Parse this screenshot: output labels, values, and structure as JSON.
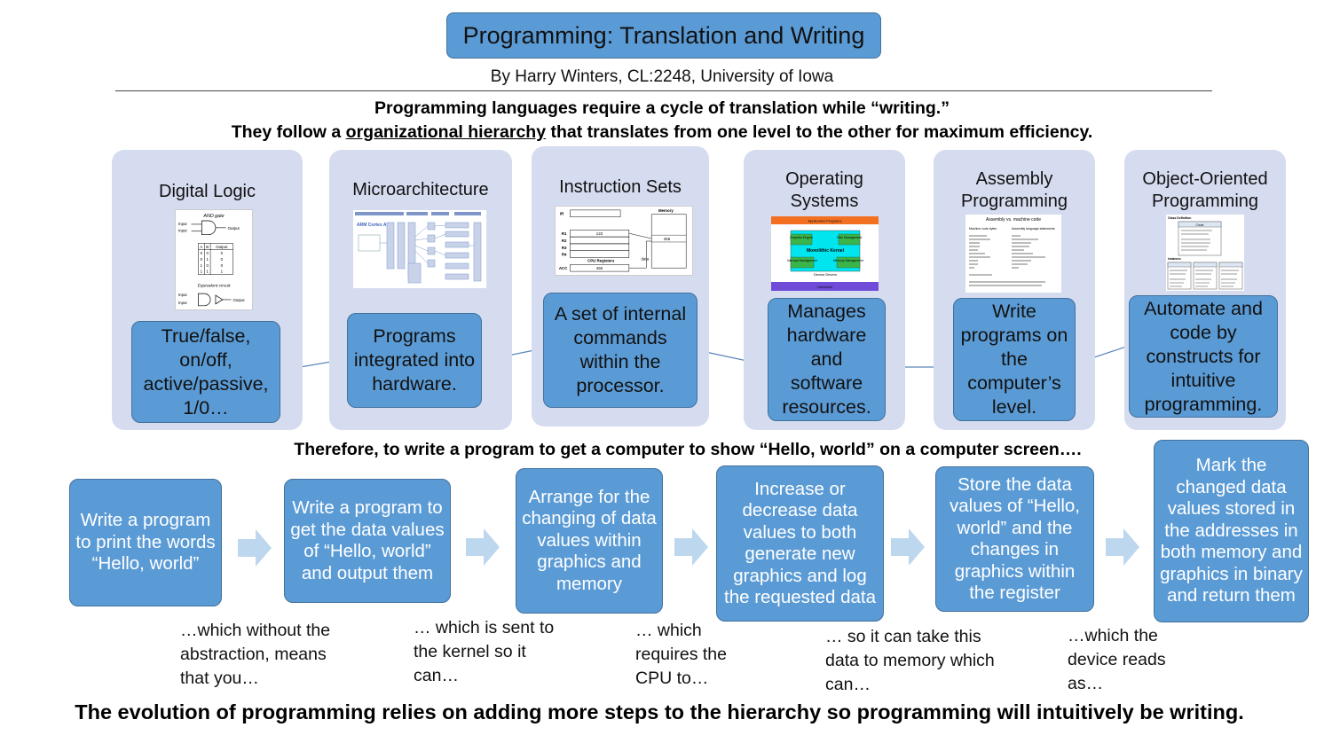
{
  "title": "Programming: Translation and Writing",
  "byline": "By Harry Winters, CL:2248, University of Iowa",
  "intro": {
    "line1": "Programming languages require a cycle of translation while “writing.”",
    "line2_before": "They follow a ",
    "line2_link": "organizational hierarchy",
    "line2_after": " that translates from one level to the other for maximum efficiency."
  },
  "hierarchy": [
    {
      "title": "Digital Logic",
      "caption": "True/false, on/off, active/passive, 1/0…",
      "thumb": {
        "top": "AND gate",
        "in1": "Input",
        "in2": "Input",
        "out": "Output",
        "equiv": "Equivalent circuit",
        "cols": [
          "A",
          "B",
          "Output"
        ],
        "rows": [
          [
            "0",
            "0",
            "0"
          ],
          [
            "0",
            "1",
            "0"
          ],
          [
            "1",
            "0",
            "0"
          ],
          [
            "1",
            "1",
            "1"
          ]
        ]
      }
    },
    {
      "title": "Microarchitecture",
      "caption": "Programs integrated into hardware.",
      "thumb": {
        "label": "ARM Cortex A73"
      }
    },
    {
      "title": "Instruction Sets",
      "caption": "A set of internal commands within the processor.",
      "thumb": {
        "memory": "Memory",
        "cpu": "CPU Registers",
        "regs": [
          "IR",
          "R1",
          "R2",
          "R3",
          "R4",
          "ACC"
        ],
        "val1": "123",
        "val2": "456",
        "val3": "456",
        "data": "data"
      }
    },
    {
      "title": "Operating Systems",
      "caption": "Manages hardware and software resources.",
      "thumb": {
        "app": "Application Programs",
        "kernel": "Monolithic Kernel",
        "graphics": "Graphics Engine",
        "task": "Task Management",
        "interrupt": "Interrupt Management",
        "memory": "Memory Management",
        "drivers": "Device Drivers",
        "hardware": "Hardware"
      }
    },
    {
      "title": "Assembly Programming",
      "caption": "Write programs on the computer’s level.",
      "thumb": {
        "heading": "Assembly vs. machine code",
        "col1": "Machine code bytes",
        "col2": "Assembly language statements"
      }
    },
    {
      "title": "Object-Oriented Programming",
      "caption": "Automate and code by constructs for intuitive programming.",
      "thumb": {
        "heading": "Class Definition",
        "cls": "Circle",
        "instances": "Instances"
      }
    }
  ],
  "therefore": "Therefore, to write a program to get a computer to show “Hello, world” on a computer screen….",
  "steps": [
    {
      "text": "Write a program to print the words “Hello, world”",
      "note": "…which without the abstraction, means that you…"
    },
    {
      "text": "Write a program to get the data values of “Hello, world” and output them",
      "note": "… which is sent to the kernel so it can…"
    },
    {
      "text": "Arrange for the changing of data values within graphics and memory",
      "note": "… which requires the CPU to…"
    },
    {
      "text": "Increase or decrease data values to both generate new graphics and log the requested data",
      "note": "… so it can take this data to memory which can…"
    },
    {
      "text": "Store the data values of “Hello, world” and the changes in graphics within the register",
      "note": "…which the device reads as…"
    },
    {
      "text": "Mark the changed data values stored in the addresses in both memory and graphics in binary and return them",
      "note": ""
    }
  ],
  "footer": "The evolution of programming relies on adding more steps to the hierarchy so programming will intuitively be writing.",
  "colors": {
    "box": "#5b9bd5",
    "box_border": "#41719c",
    "panel": "#d6dcf0",
    "arrow": "#bdd7ee",
    "os_orange": "#f37021",
    "os_cyan": "#00e5ee",
    "os_purple": "#6f4bd8"
  }
}
